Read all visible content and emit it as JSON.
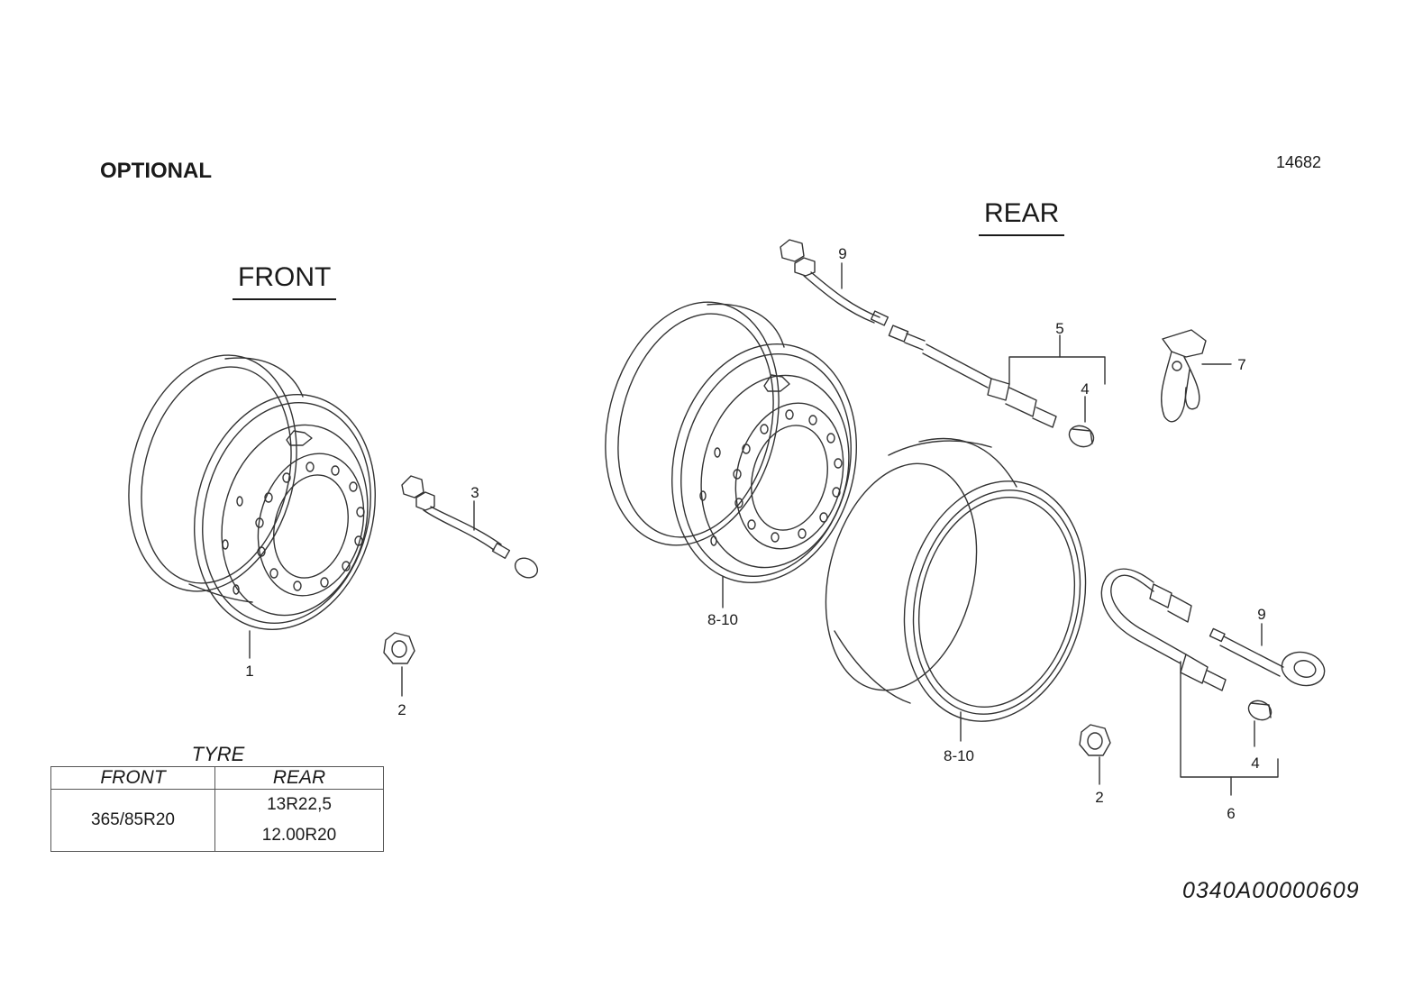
{
  "header": {
    "title": "OPTIONAL",
    "drawing_number": "14682"
  },
  "sections": {
    "front": "FRONT",
    "rear": "REAR"
  },
  "callouts": [
    {
      "id": "front-wheel",
      "label": "1"
    },
    {
      "id": "front-nut",
      "label": "2"
    },
    {
      "id": "front-valve-extension",
      "label": "3"
    },
    {
      "id": "rear-valve-cap-top",
      "label": "4"
    },
    {
      "id": "rear-extension-assembly-top",
      "label": "5"
    },
    {
      "id": "rear-extension-assembly-bottom",
      "label": "6"
    },
    {
      "id": "rear-valve-clip",
      "label": "7"
    },
    {
      "id": "rear-wheel-outer",
      "label": "8-10"
    },
    {
      "id": "rear-wheel-inner",
      "label": "8-10"
    },
    {
      "id": "rear-hose-top",
      "label": "9"
    },
    {
      "id": "rear-hose-bottom",
      "label": "9"
    },
    {
      "id": "rear-valve-cap-bottom",
      "label": "4"
    },
    {
      "id": "rear-nut",
      "label": "2"
    }
  ],
  "tyre_table": {
    "caption": "TYRE",
    "headers": [
      "FRONT",
      "REAR"
    ],
    "front_value": "365/85R20",
    "rear_values": [
      "13R22,5",
      "12.00R20"
    ]
  },
  "document_code": "0340A00000609"
}
